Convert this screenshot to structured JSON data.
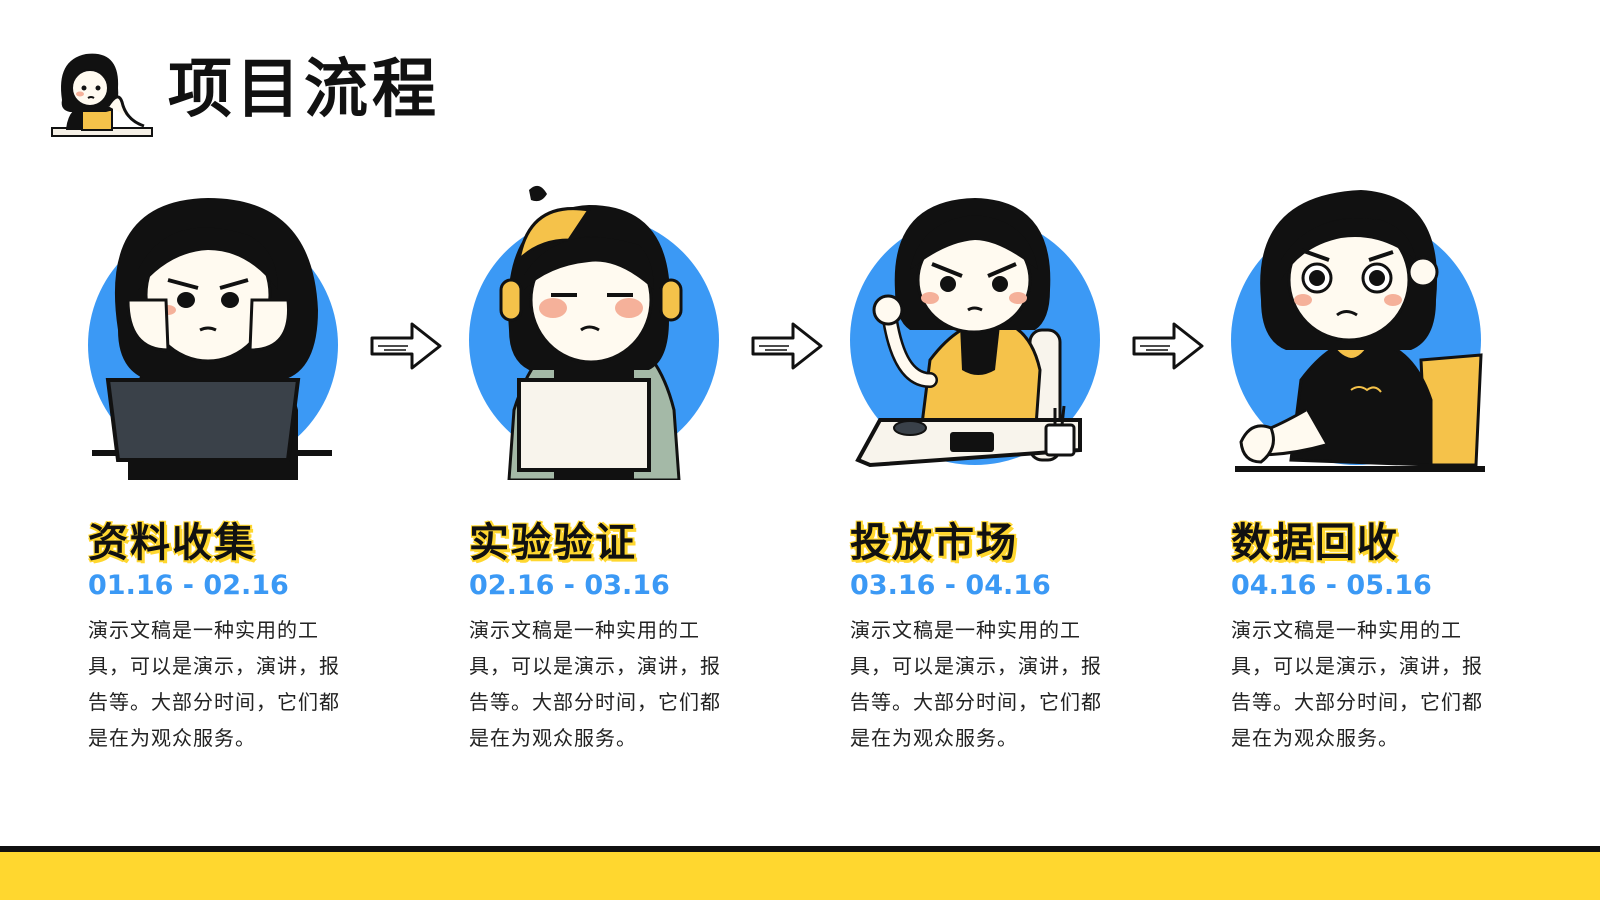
{
  "header": {
    "title": "项目流程"
  },
  "steps": [
    {
      "title": "资料收集",
      "date": "01.16 - 02.16",
      "desc": "演示文稿是一种实用的工具，可以是演示，演讲，报告等。大部分时间，它们都是在为观众服务。"
    },
    {
      "title": "实验验证",
      "date": "02.16 - 03.16",
      "desc": "演示文稿是一种实用的工具，可以是演示，演讲，报告等。大部分时间，它们都是在为观众服务。"
    },
    {
      "title": "投放市场",
      "date": "03.16 - 04.16",
      "desc": "演示文稿是一种实用的工具，可以是演示，演讲，报告等。大部分时间，它们都是在为观众服务。"
    },
    {
      "title": "数据回收",
      "date": "04.16 - 05.16",
      "desc": "演示文稿是一种实用的工具，可以是演示，演讲，报告等。大部分时间，它们都是在为观众服务。"
    }
  ],
  "colors": {
    "accent_blue": "#3b99f5",
    "accent_yellow": "#ffd72f",
    "ink": "#111111"
  }
}
